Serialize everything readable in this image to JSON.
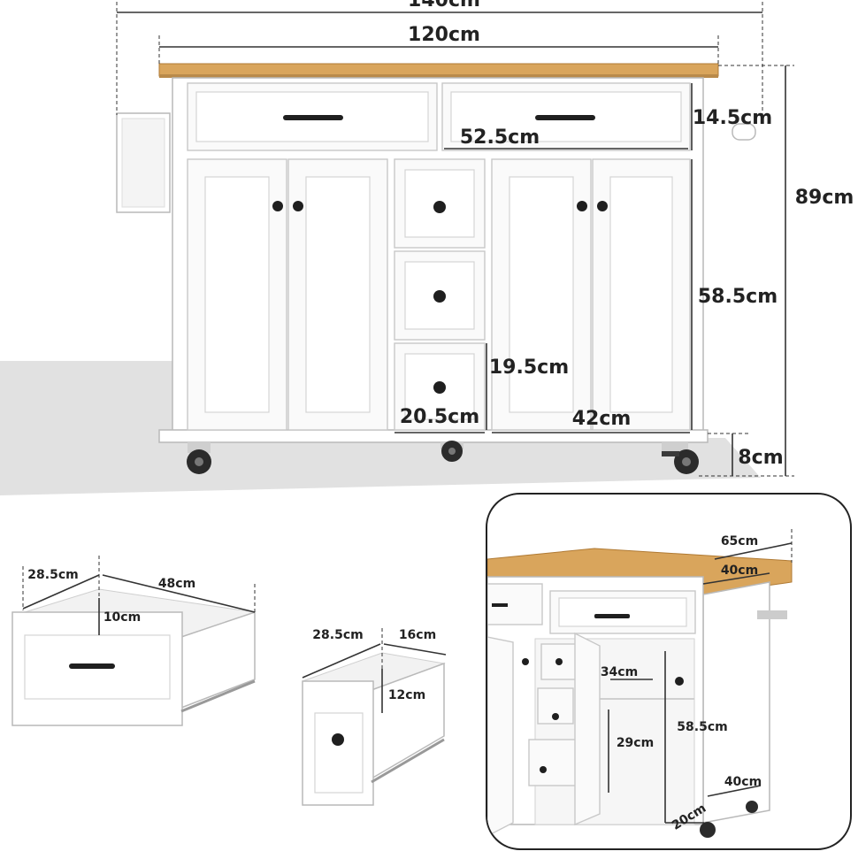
{
  "dimensions": {
    "overall_width": "140cm",
    "top_width": "120cm",
    "total_height": "89cm",
    "drawer_height": "14.5cm",
    "drawer_width": "52.5cm",
    "cabinet_height": "58.5cm",
    "small_drawer_height": "19.5cm",
    "small_drawer_width": "20.5cm",
    "door_width": "42cm",
    "wheel_height": "8cm"
  },
  "large_drawer": {
    "depth": "28.5cm",
    "width": "48cm",
    "height": "10cm"
  },
  "small_drawer": {
    "depth": "28.5cm",
    "width": "16cm",
    "height": "12cm"
  },
  "inset": {
    "depth_extended": "65cm",
    "depth": "40cm",
    "shelf_depth": "34cm",
    "shelf_height": "29cm",
    "cabinet_height": "58.5cm",
    "side_depth": "40cm",
    "side_width": "20cm"
  },
  "colors": {
    "worktop": "#d9a55c",
    "cabinet": "#ffffff",
    "hardware": "#1f1f1f",
    "floor_shadow": "#dcdcdc"
  }
}
